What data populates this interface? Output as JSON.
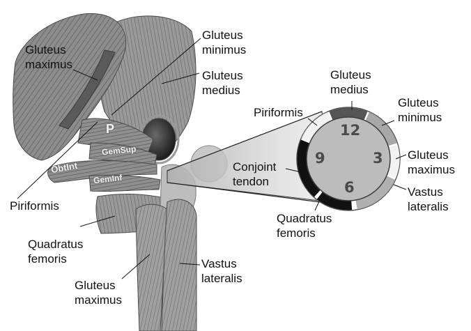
{
  "labels": {
    "gluteus_maximus_top": "Gluteus\nmaximus",
    "gluteus_minimus_top": "Gluteus\nminimus",
    "gluteus_medius_top": "Gluteus\nmedius",
    "piriformis_left": "Piriformis",
    "quadratus_femoris_left": "Quadratus\nfemoris",
    "gluteus_maximus_bottom": "Gluteus\nmaximus",
    "vastus_lateralis_bottom": "Vastus\nlateralis"
  },
  "muscle_abbreviations": {
    "p": "P",
    "gem_sup": "GemSup",
    "obt_int": "ObtInt",
    "gem_inf": "GemInf"
  },
  "clock": {
    "numbers": {
      "twelve": "12",
      "three": "3",
      "six": "6",
      "nine": "9"
    },
    "labels": {
      "gluteus_medius": "Gluteus\nmedius",
      "gluteus_minimus": "Gluteus\nminimus",
      "piriformis": "Piriformis",
      "gluteus_maximus": "Gluteus\nmaximus",
      "conjoint_tendon": "Conjoint\ntendon",
      "vastus_lateralis": "Vastus\nlateralis",
      "quadratus_femoris": "Quadratus\nfemoris"
    }
  },
  "colors": {
    "muscle": "#8a8a8a",
    "muscle_dark": "#5c5c5c",
    "clock_face": "#b9b9b9",
    "ring_dark": "#222222",
    "ring_mid": "#666666",
    "ring_light": "#a8a8a8"
  }
}
